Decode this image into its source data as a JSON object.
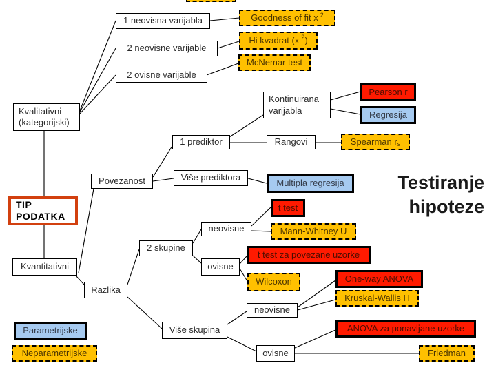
{
  "title": {
    "line1": "Testiranje",
    "line2": "hipoteze"
  },
  "colors": {
    "gold": "#FFC000",
    "red": "#FF1A00",
    "blue": "#A6CAF0",
    "tip_border": "#D2400F"
  },
  "nodes": {
    "tip": {
      "line1": "TIP",
      "line2": "PODATKA"
    },
    "kvalitativni": {
      "line1": "Kvalitativni",
      "line2": "(kategorijski)"
    },
    "kvantitativni": {
      "label": "Kvantitativni"
    },
    "neovisna_1": {
      "label": "1 neovisna varijabla"
    },
    "neovisne_2": {
      "label": "2 neovisne varijable"
    },
    "ovisne_2": {
      "label": "2 ovisne varijable"
    },
    "kontinuirana": {
      "line1": "Kontinuirana",
      "line2": "varijabla"
    },
    "prediktor_1": {
      "label": "1 prediktor"
    },
    "rangovi": {
      "label": "Rangovi"
    },
    "povezanost": {
      "label": "Povezanost"
    },
    "vise_prediktora": {
      "label": "Više prediktora"
    },
    "neovisne_a": {
      "label": "neovisne"
    },
    "skupine_2": {
      "label": "2 skupine"
    },
    "ovisne_a": {
      "label": "ovisne"
    },
    "razlika": {
      "label": "Razlika"
    },
    "neovisne_b": {
      "label": "neovisne"
    },
    "vise_skupina": {
      "label": "Više skupina"
    },
    "ovisne_b": {
      "label": "ovisne"
    }
  },
  "tests": {
    "goodness": {
      "label": "Goodness of fit x",
      "sup": "2"
    },
    "hi_kvadrat": {
      "label": "Hi kvadrat (x",
      "sup": "2",
      "suffix": ")"
    },
    "mcnemar": {
      "label": "McNemar test"
    },
    "pearson": {
      "label": "Pearson r"
    },
    "regresija": {
      "label": "Regresija"
    },
    "spearman": {
      "label": "Spearman r",
      "sub": "s"
    },
    "multipla": {
      "label": "Multipla regresija"
    },
    "t_test": {
      "label": "t test"
    },
    "mann_whitney": {
      "label": "Mann-Whitney U"
    },
    "t_test_povezani": {
      "label": "t test za povezane uzorke"
    },
    "wilcoxon": {
      "label": "Wilcoxon"
    },
    "oneway_anova": {
      "label": "One-way ANOVA"
    },
    "kruskal": {
      "label": "Kruskal-Wallis H"
    },
    "anova_ponavljane": {
      "label": "ANOVA za ponavljane uzorke"
    },
    "friedman": {
      "label": "Friedman"
    }
  },
  "legend": {
    "parametrijske": "Parametrijske",
    "neparametrijske": "Neparametrijske"
  }
}
